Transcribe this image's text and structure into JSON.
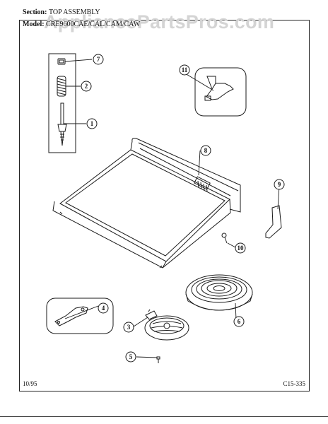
{
  "header": {
    "section_label": "Section:",
    "section_value": "TOP ASSEMBLY",
    "model_label": "Model:",
    "model_value": "CRE9600CAE/CAL/CAM/CAW"
  },
  "watermark": "AppliancePartsPros.com",
  "callouts": {
    "c1": "1",
    "c2": "2",
    "c3": "3",
    "c4": "4",
    "c5": "5",
    "c6": "6",
    "c7": "7",
    "c8": "8",
    "c9": "9",
    "c10": "10",
    "c11": "11"
  },
  "footer": {
    "date": "10/95",
    "page_code": "C15-335"
  }
}
